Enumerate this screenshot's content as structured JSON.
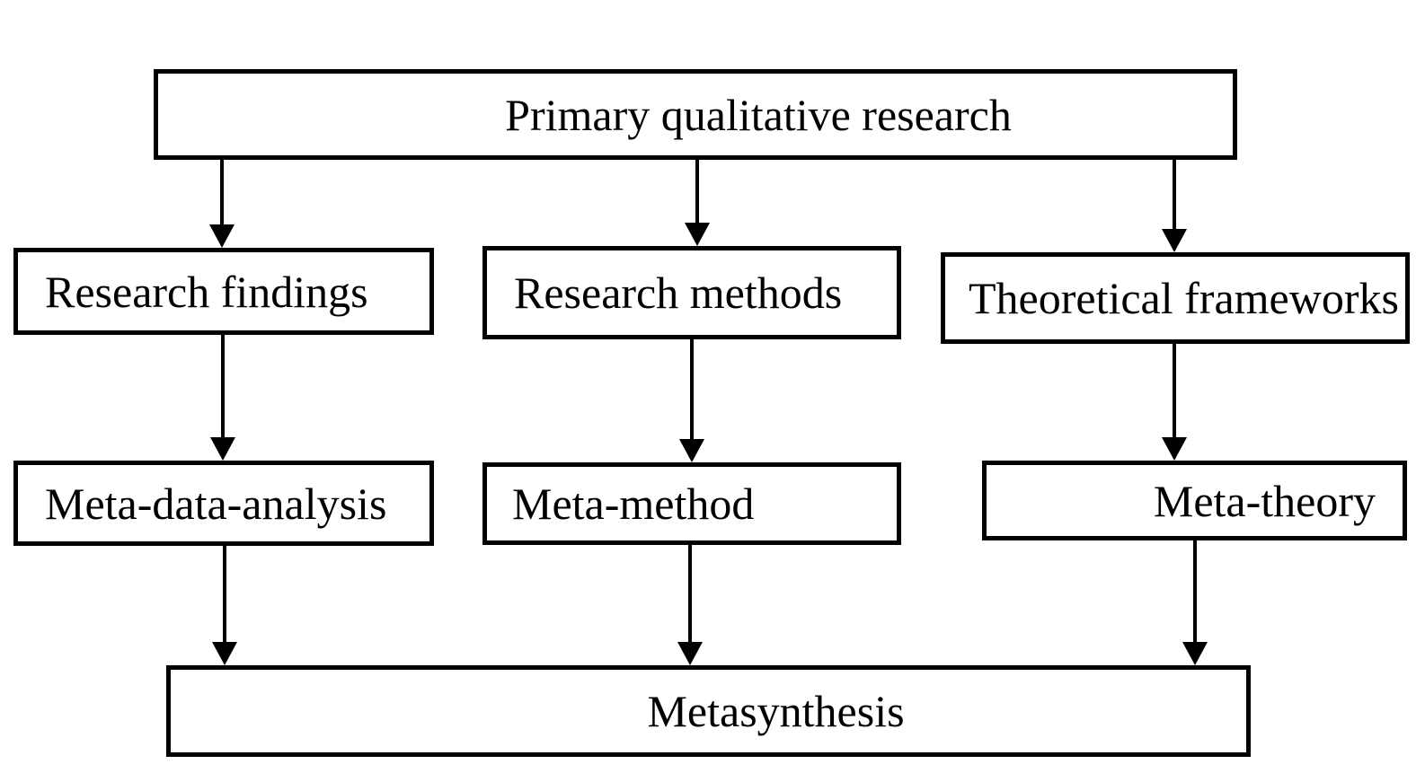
{
  "diagram": {
    "background_color": "#ffffff",
    "line_color": "#000000",
    "text_color": "#000000",
    "nodes": {
      "primary": {
        "label": "Primary qualitative research"
      },
      "findings": {
        "label": "Research findings"
      },
      "methods": {
        "label": "Research methods"
      },
      "frameworks": {
        "label": "Theoretical frameworks"
      },
      "meta_data_analysis": {
        "label": "Meta-data-analysis"
      },
      "meta_method": {
        "label": "Meta-method"
      },
      "meta_theory": {
        "label": "Meta-theory"
      },
      "metasynthesis": {
        "label": "Metasynthesis"
      }
    },
    "edges": [
      {
        "from": "Primary qualitative research",
        "to": "Research findings"
      },
      {
        "from": "Primary qualitative research",
        "to": "Research methods"
      },
      {
        "from": "Primary qualitative research",
        "to": "Theoretical frameworks"
      },
      {
        "from": "Research findings",
        "to": "Meta-data-analysis"
      },
      {
        "from": "Research methods",
        "to": "Meta-method"
      },
      {
        "from": "Theoretical frameworks",
        "to": "Meta-theory"
      },
      {
        "from": "Meta-data-analysis",
        "to": "Metasynthesis"
      },
      {
        "from": "Meta-method",
        "to": "Metasynthesis"
      },
      {
        "from": "Meta-theory",
        "to": "Metasynthesis"
      }
    ]
  }
}
